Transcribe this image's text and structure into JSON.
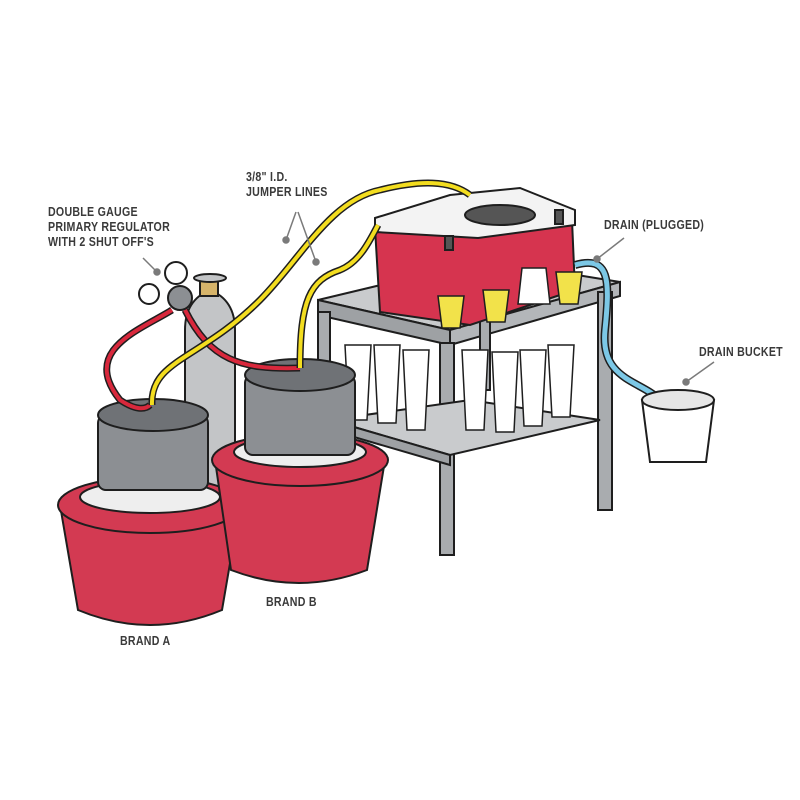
{
  "diagram": {
    "type": "jockey-box-keg-setup-illustration",
    "colors": {
      "background": "#ffffff",
      "cooler_red": "#d6344f",
      "tub_red": "#d33a52",
      "gas_line_red": "#d8283c",
      "beer_line_yellow": "#f3dd1f",
      "drain_line_blue": "#7cc8e6",
      "steel_gray": "#b9bcbf",
      "keg_gray": "#8c8f93",
      "outline": "#1e1e1e",
      "label_text": "#3a3a3a",
      "leader_line": "#7a7a7a"
    },
    "labels": {
      "regulator": "DOUBLE GAUGE\nPRIMARY REGULATOR\nWITH 2 SHUT OFF'S",
      "jumper_lines": "3/8\" I.D.\nJUMPER LINES",
      "drain": "DRAIN (PLUGGED)",
      "drain_bucket": "DRAIN BUCKET",
      "brand_a": "BRAND A",
      "brand_b": "BRAND B"
    },
    "components": [
      {
        "name": "co2-tank",
        "desc": "gray CO2 cylinder"
      },
      {
        "name": "regulator",
        "desc": "double gauge primary regulator with 2 shut offs"
      },
      {
        "name": "gas-lines",
        "desc": "red lines from regulator to keg couplers"
      },
      {
        "name": "jumper-lines",
        "desc": "yellow 3/8\" I.D. beer lines from kegs to jockey box"
      },
      {
        "name": "keg-brand-a",
        "desc": "keg in red ice tub"
      },
      {
        "name": "keg-brand-b",
        "desc": "keg in red ice tub"
      },
      {
        "name": "jockey-box",
        "desc": "red cooler with coil and two faucets"
      },
      {
        "name": "steel-table",
        "desc": "stainless table with cups on lower shelf"
      },
      {
        "name": "cups",
        "desc": "four cups on table: beer, beer, empty, beer"
      },
      {
        "name": "drain-line",
        "desc": "blue line from cooler drain to bucket"
      },
      {
        "name": "drain-bucket",
        "desc": "white bucket"
      }
    ]
  }
}
